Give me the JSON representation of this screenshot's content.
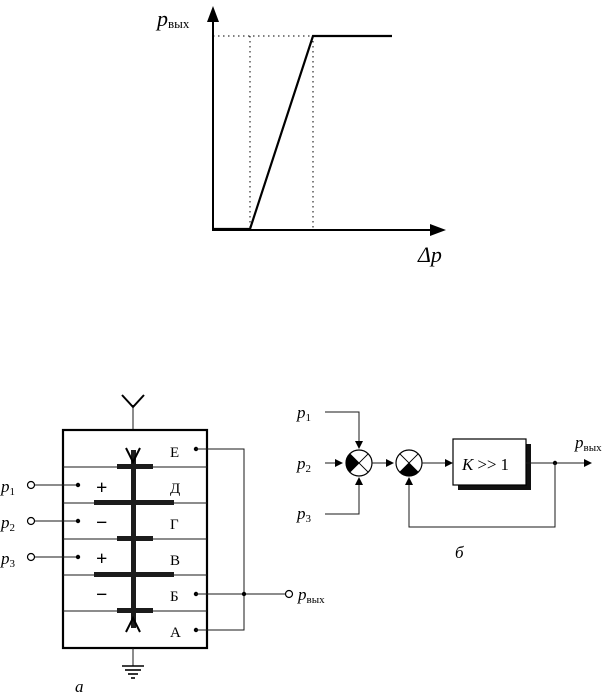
{
  "graph": {
    "y_label": "p",
    "y_label_sub": "вых",
    "x_label": "Δp"
  },
  "element": {
    "chambers": [
      "Е",
      "Д",
      "Г",
      "В",
      "Б",
      "А"
    ],
    "inputs": [
      {
        "name": "p",
        "sub": "1",
        "sign": "+"
      },
      {
        "name": "p",
        "sub": "2",
        "sign": "−"
      },
      {
        "name": "p",
        "sub": "3",
        "sign": "+"
      }
    ],
    "extra_sign": "−",
    "output": {
      "name": "p",
      "sub": "вых"
    },
    "caption": "а"
  },
  "block_diagram": {
    "inputs": [
      {
        "name": "p",
        "sub": "1"
      },
      {
        "name": "p",
        "sub": "2"
      },
      {
        "name": "p",
        "sub": "3"
      }
    ],
    "block": {
      "gain": "K",
      "relation": ">>",
      "value": "1"
    },
    "output": {
      "name": "p",
      "sub": "вых"
    },
    "caption": "б"
  }
}
